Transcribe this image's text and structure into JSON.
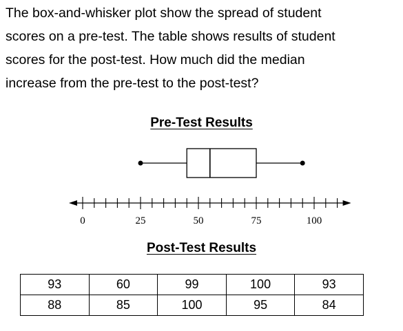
{
  "question": {
    "lines": [
      "The box-and-whisker plot show the spread of student",
      "scores on a pre-test. The table shows results of student",
      "scores for the post-test. How much did the median",
      "increase from the pre-test to the post-test?"
    ]
  },
  "pre_test": {
    "title": "Pre-Test Results"
  },
  "post_test": {
    "title": "Post-Test Results",
    "rows": [
      [
        "93",
        "60",
        "99",
        "100",
        "93"
      ],
      [
        "88",
        "85",
        "100",
        "95",
        "84"
      ]
    ]
  },
  "chart_data": {
    "type": "box",
    "title": "Pre-Test Results",
    "box": {
      "min": 25,
      "q1": 45,
      "median": 55,
      "q3": 75,
      "max": 95
    },
    "axis": {
      "min": 0,
      "max": 110,
      "tick_step": 5,
      "labeled_ticks": [
        0,
        25,
        50,
        75,
        100
      ]
    }
  }
}
